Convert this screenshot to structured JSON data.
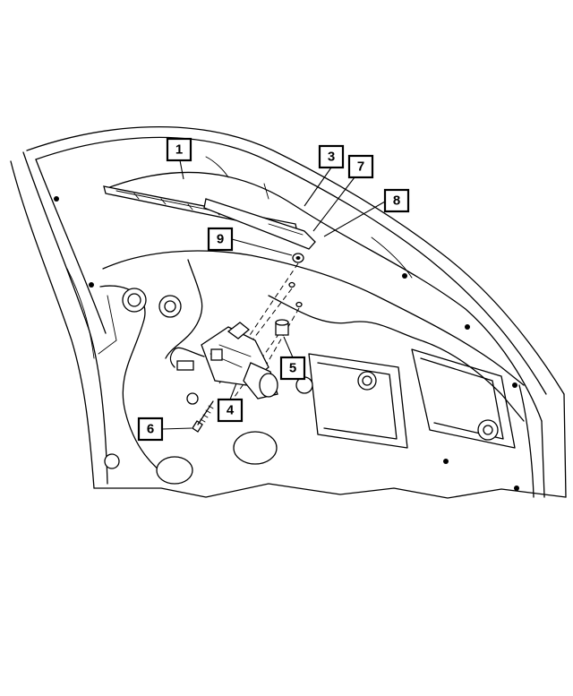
{
  "callouts": [
    {
      "label": "1"
    },
    {
      "label": "3"
    },
    {
      "label": "7"
    },
    {
      "label": "8"
    },
    {
      "label": "9"
    },
    {
      "label": "5"
    },
    {
      "label": "4"
    },
    {
      "label": "6"
    }
  ],
  "colors": {
    "line": "#000000",
    "background": "#ffffff"
  }
}
